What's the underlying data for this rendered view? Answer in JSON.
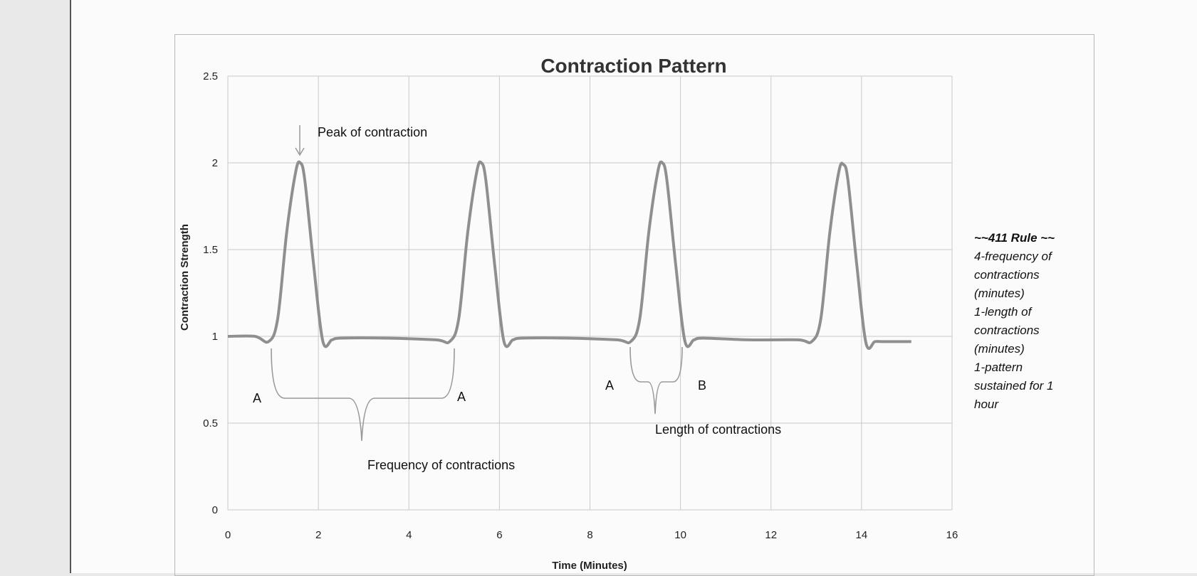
{
  "chart_data": {
    "type": "line",
    "title": "Contraction Pattern",
    "xlabel": "Time (Minutes)",
    "ylabel": "Contraction Strength",
    "xlim": [
      0,
      16
    ],
    "ylim": [
      0,
      2.5
    ],
    "x_ticks": [
      "0",
      "2",
      "4",
      "6",
      "8",
      "10",
      "12",
      "14",
      "16"
    ],
    "y_ticks": [
      "0",
      "0.5",
      "1",
      "1.5",
      "2",
      "2.5"
    ],
    "grid": true,
    "legend": "none",
    "series": [
      {
        "color": "#8f8f8f",
        "x": [
          0,
          0.6,
          0.9,
          1.1,
          1.3,
          1.5,
          1.6,
          1.7,
          1.9,
          2.1,
          2.3,
          2.5,
          3.5,
          4.6,
          4.9,
          5.1,
          5.3,
          5.5,
          5.6,
          5.7,
          5.9,
          6.1,
          6.3,
          6.5,
          7.5,
          8.6,
          8.9,
          9.1,
          9.3,
          9.5,
          9.6,
          9.7,
          9.9,
          10.1,
          10.3,
          10.5,
          11.5,
          12.6,
          12.9,
          13.1,
          13.3,
          13.5,
          13.6,
          13.7,
          13.9,
          14.1,
          14.3,
          14.5,
          15.1
        ],
        "y": [
          1.0,
          1.0,
          0.97,
          1.1,
          1.6,
          1.95,
          2.0,
          1.9,
          1.4,
          0.97,
          0.98,
          0.99,
          0.99,
          0.98,
          0.97,
          1.1,
          1.6,
          1.95,
          2.0,
          1.9,
          1.4,
          0.97,
          0.98,
          0.99,
          0.99,
          0.98,
          0.97,
          1.1,
          1.6,
          1.95,
          2.0,
          1.9,
          1.4,
          0.97,
          0.98,
          0.99,
          0.98,
          0.98,
          0.97,
          1.1,
          1.6,
          1.95,
          1.99,
          1.9,
          1.4,
          0.96,
          0.97,
          0.97,
          0.97
        ]
      }
    ],
    "annotations": {
      "peak": "Peak of contraction",
      "a1": "A",
      "a2": "A",
      "a3": "A",
      "b": "B",
      "frequency": "Frequency of contractions",
      "length": "Length of contractions"
    },
    "rule": {
      "title": "~~411 Rule ~~",
      "lines": [
        "4-frequency of",
        "contractions",
        "(minutes)",
        "1-length of",
        "contractions",
        "(minutes)",
        "1-pattern",
        "sustained for 1",
        "hour"
      ]
    }
  }
}
